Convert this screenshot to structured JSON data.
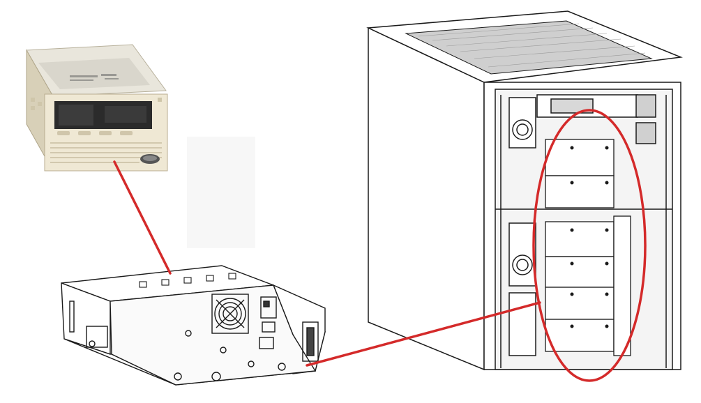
{
  "diagram": {
    "components": [
      {
        "name": "tape-drive",
        "kind": "photo"
      },
      {
        "name": "drive-enclosure-tray",
        "kind": "line-drawing"
      },
      {
        "name": "storage-cabinet",
        "kind": "line-drawing"
      }
    ],
    "connectors": [
      {
        "from": "tape-drive",
        "to": "drive-enclosure-tray"
      },
      {
        "from": "drive-enclosure-tray",
        "to": "storage-cabinet"
      }
    ],
    "highlight": {
      "target": "cabinet-drive-bays",
      "shape": "ellipse",
      "slots": 6
    },
    "colors": {
      "connector": "#d42a2a",
      "highlight": "#d42a2a",
      "line": "#1a1a1a",
      "drive_body": "#ece4cf",
      "drive_shadow": "#c9bfa6",
      "drive_slot": "#2a2a2a"
    }
  }
}
